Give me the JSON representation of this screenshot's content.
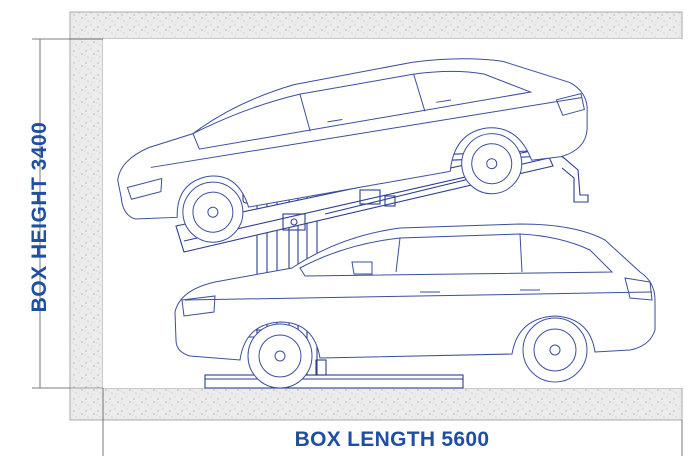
{
  "dimensions": {
    "height_label": "BOX HEIGHT  3400",
    "length_label": "BOX LENGTH  5600"
  },
  "colors": {
    "label": "#1f4fa3",
    "line": "#2c3f8c",
    "concrete": "#e9e9e9",
    "dim_line": "#555555"
  },
  "icons": {
    "upper_car": "station-wagon-car-drawing",
    "lower_car": "suv-car-drawing",
    "lift": "parking-lift-drawing"
  }
}
